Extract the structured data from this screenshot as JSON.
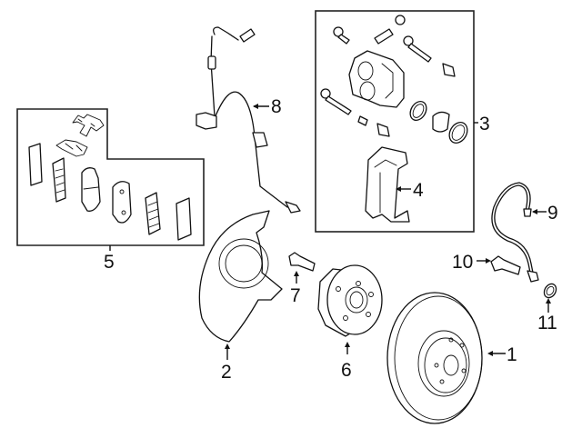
{
  "title": "Front brake assembly exploded parts diagram",
  "callouts": [
    {
      "id": "1",
      "label": "1",
      "part": "brake-rotor"
    },
    {
      "id": "2",
      "label": "2",
      "part": "dust-shield"
    },
    {
      "id": "3",
      "label": "3",
      "part": "caliper-assembly"
    },
    {
      "id": "4",
      "label": "4",
      "part": "caliper-support-bracket"
    },
    {
      "id": "5",
      "label": "5",
      "part": "brake-pad-set"
    },
    {
      "id": "6",
      "label": "6",
      "part": "hub-and-bearing"
    },
    {
      "id": "7",
      "label": "7",
      "part": "wheel-stud"
    },
    {
      "id": "8",
      "label": "8",
      "part": "abs-sensor"
    },
    {
      "id": "9",
      "label": "9",
      "part": "brake-hose"
    },
    {
      "id": "10",
      "label": "10",
      "part": "union-bolt"
    },
    {
      "id": "11",
      "label": "11",
      "part": "washer"
    }
  ],
  "colors": {
    "line": "#111111",
    "background": "#ffffff"
  }
}
